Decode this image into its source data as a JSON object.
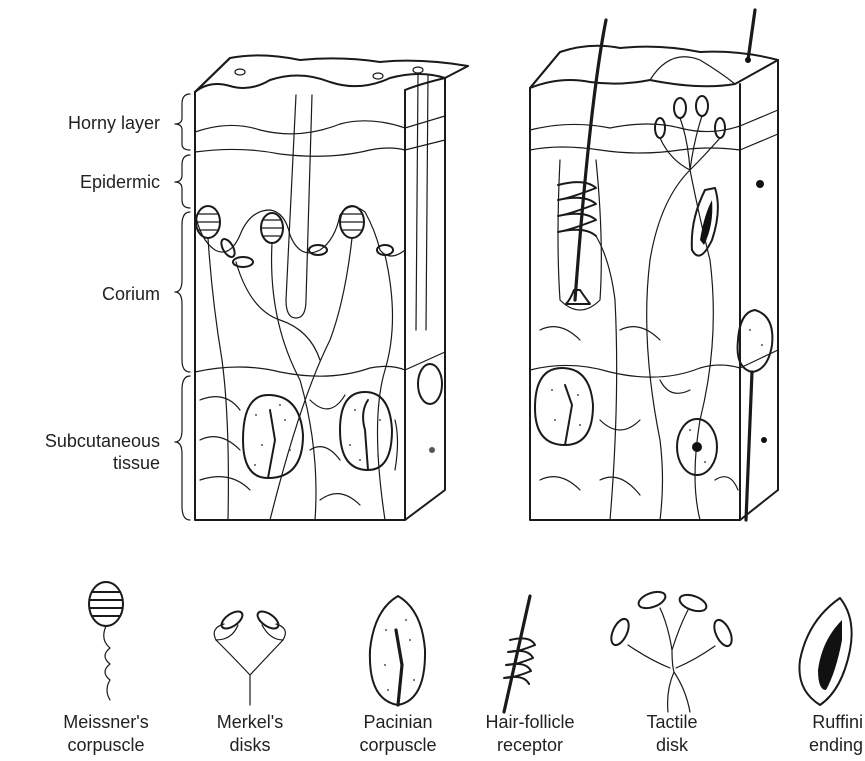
{
  "layers": [
    {
      "label": "Horny layer"
    },
    {
      "label": "Epidermic"
    },
    {
      "label": "Corium"
    },
    {
      "label": "Subcutaneous\ntissue",
      "line1": "Subcutaneous",
      "line2": "tissue"
    }
  ],
  "receptors": [
    {
      "line1": "Meissner's",
      "line2": "corpuscle",
      "icon": "meissner-corpuscle-icon"
    },
    {
      "line1": "Merkel's",
      "line2": "disks",
      "icon": "merkel-disks-icon"
    },
    {
      "line1": "Pacinian",
      "line2": "corpuscle",
      "icon": "pacinian-corpuscle-icon"
    },
    {
      "line1": "Hair-follicle",
      "line2": "receptor",
      "icon": "hair-follicle-receptor-icon"
    },
    {
      "line1": "Tactile",
      "line2": "disk",
      "icon": "tactile-disk-icon"
    },
    {
      "line1": "Ruffini",
      "line2": "ending",
      "icon": "ruffini-ending-icon"
    }
  ]
}
